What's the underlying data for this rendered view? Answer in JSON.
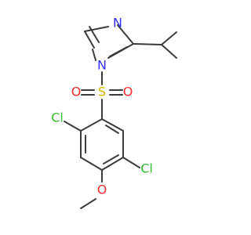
{
  "molecule": {
    "atoms": {
      "n_imidazole_top": {
        "symbol": "N",
        "color": "#2d2dff"
      },
      "n_imidazole_sulfonyl": {
        "symbol": "N",
        "color": "#2d2dff"
      },
      "sulfur": {
        "symbol": "S",
        "color": "#c9b800"
      },
      "oxygen_left": {
        "symbol": "O",
        "color": "#ff2d2d"
      },
      "oxygen_right": {
        "symbol": "O",
        "color": "#ff2d2d"
      },
      "chlorine_left": {
        "symbol": "Cl",
        "color": "#2fc12f"
      },
      "chlorine_right": {
        "symbol": "Cl",
        "color": "#2fc12f"
      },
      "oxygen_methoxy": {
        "symbol": "O",
        "color": "#ff2d2d"
      }
    },
    "bond_color": "#3b3b3b"
  }
}
